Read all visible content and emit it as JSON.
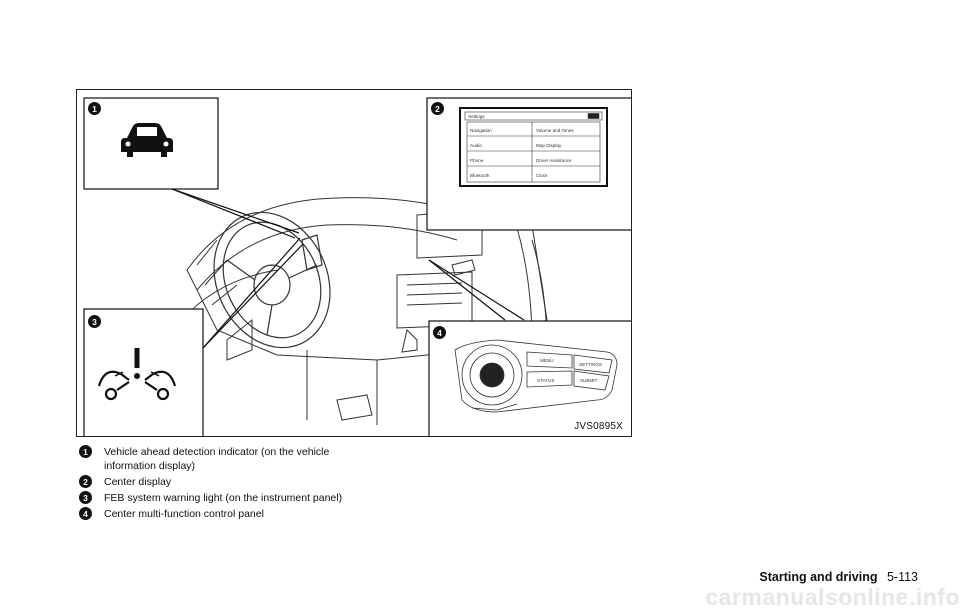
{
  "figure": {
    "code": "JVS0895X",
    "badges": [
      "1",
      "2",
      "3",
      "4"
    ],
    "screen_title": "Settings",
    "screen_items": [
      [
        "Navigation",
        "Volume and Tones"
      ],
      [
        "Audio",
        "Map Display"
      ],
      [
        "Phone",
        "Driver Assistance"
      ],
      [
        "Bluetooth",
        "Clock"
      ]
    ],
    "panel_buttons": [
      "MENU",
      "SETTINGS",
      "STATUS",
      "SUBMIT"
    ]
  },
  "callouts": [
    {
      "num": "1",
      "text": "Vehicle ahead detection indicator (on the vehicle information display)"
    },
    {
      "num": "2",
      "text": "Center display"
    },
    {
      "num": "3",
      "text": "FEB system warning light (on the instrument panel)"
    },
    {
      "num": "4",
      "text": "Center multi-function control panel"
    }
  ],
  "footer": {
    "section": "Starting and driving",
    "page": "5-113"
  },
  "watermark": "carmanualsonline.info",
  "icons": [
    "vehicle-ahead-icon",
    "feb-warning-icon",
    "steering-wheel-icon"
  ]
}
